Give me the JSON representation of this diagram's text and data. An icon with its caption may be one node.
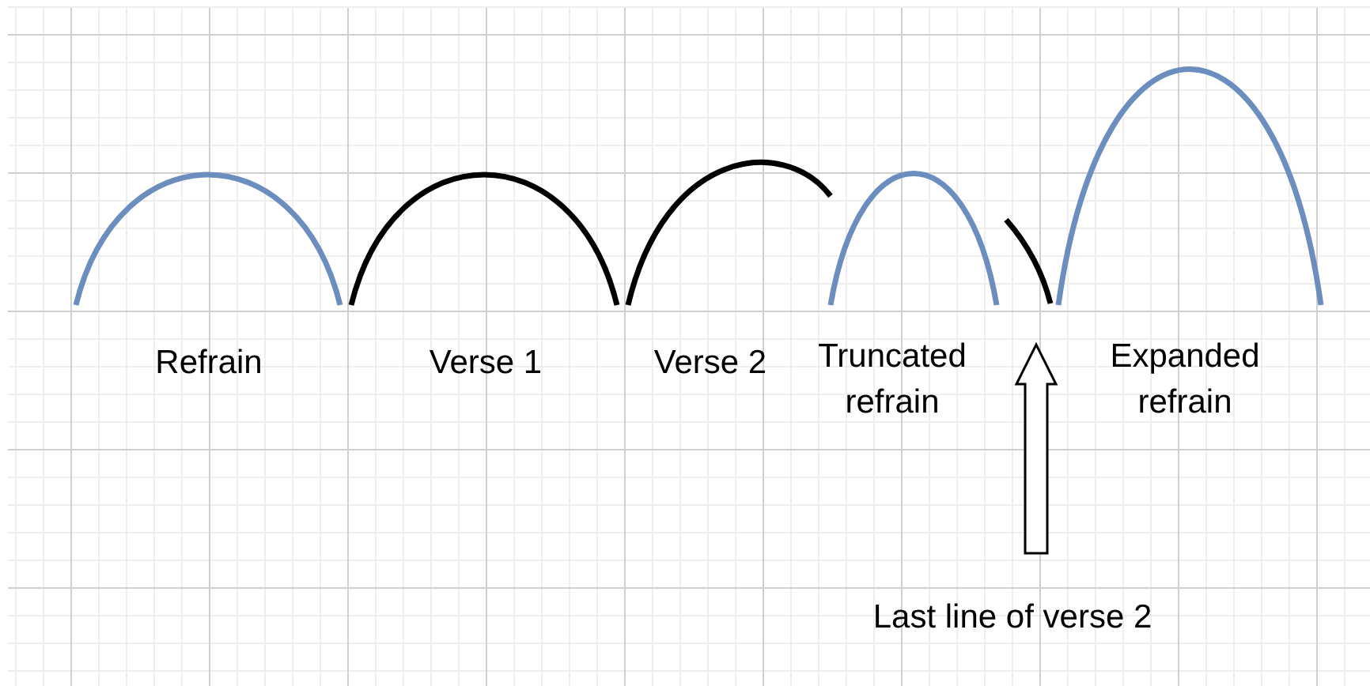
{
  "diagram": {
    "nodes": [
      {
        "text": [
          "Last line of verse 2"
        ]
      },
      {
        "text": [],
        "shape": "arc"
      }
    ],
    "edges": [
      {
        "from": 0,
        "to": 1,
        "arrow": "to"
      }
    ],
    "labels": [
      "Refrain",
      "Verse 1",
      "Verse 2",
      "Truncated refrain",
      "Expanded refrain"
    ]
  }
}
